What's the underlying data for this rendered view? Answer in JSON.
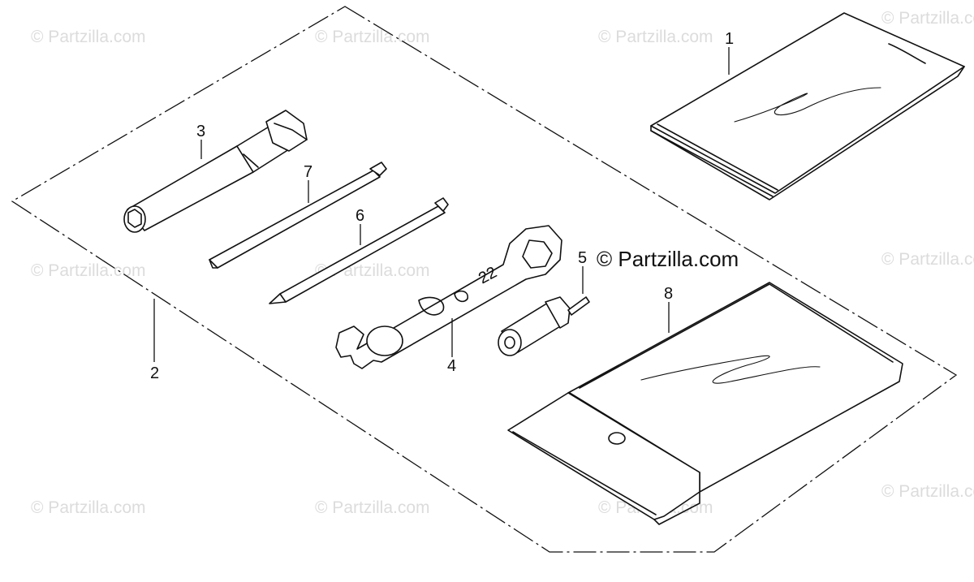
{
  "watermark": {
    "text": "© Partzilla.com",
    "inline_text": "© Partzilla.com"
  },
  "callouts": {
    "c1": "1",
    "c2": "2",
    "c3": "3",
    "c4": "4",
    "c5": "5",
    "c6": "6",
    "c7": "7",
    "c8": "8"
  },
  "wrench_stamp": "22",
  "colors": {
    "ink": "#111111",
    "watermark": "#dcdcdc",
    "background": "#ffffff"
  }
}
